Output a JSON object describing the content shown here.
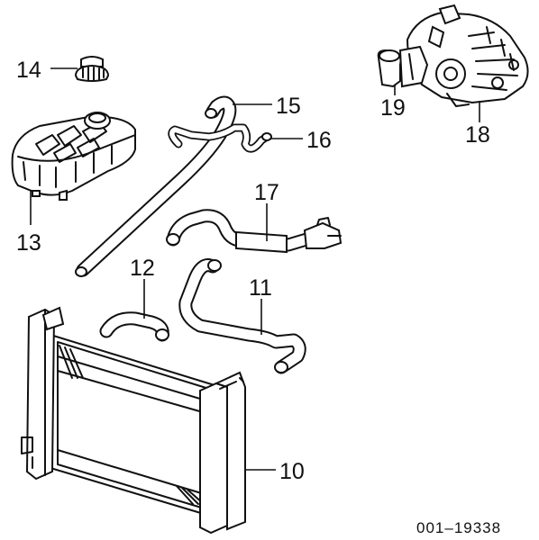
{
  "callouts": {
    "c10": "10",
    "c11": "11",
    "c12": "12",
    "c13": "13",
    "c14": "14",
    "c15": "15",
    "c16": "16",
    "c17": "17",
    "c18": "18",
    "c19": "19"
  },
  "reference_number": "001–19338"
}
